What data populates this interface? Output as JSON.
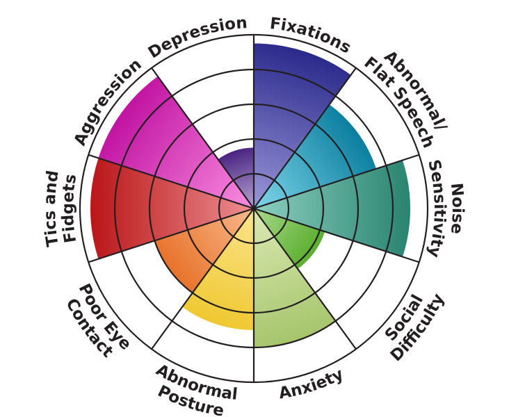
{
  "chart_data": {
    "type": "polar-area",
    "title": "",
    "rmax": 5,
    "rings": [
      1,
      2,
      3,
      4,
      5
    ],
    "grid": true,
    "categories": [
      {
        "label_lines": [
          "Fixations"
        ],
        "value": 4.75,
        "color_inner": "#9a97d8",
        "color_outer": "#2b2a8c"
      },
      {
        "label_lines": [
          "Abnormal/",
          "Flat Speech"
        ],
        "value": 3.7,
        "color_inner": "#7fd6ea",
        "color_outer": "#0b7e9f"
      },
      {
        "label_lines": [
          "Noise",
          "Sensitivity"
        ],
        "value": 4.5,
        "color_inner": "#8ccfc0",
        "color_outer": "#2a8470"
      },
      {
        "label_lines": [
          "Social",
          "Difficulty"
        ],
        "value": 2.15,
        "color_inner": "#a8d88c",
        "color_outer": "#5aae2e"
      },
      {
        "label_lines": [
          "Anxiety"
        ],
        "value": 4.0,
        "color_inner": "#dbe9b4",
        "color_outer": "#a5c56b"
      },
      {
        "label_lines": [
          "Abnormal",
          "Posture"
        ],
        "value": 3.5,
        "color_inner": "#fbe48e",
        "color_outer": "#efc830"
      },
      {
        "label_lines": [
          "Poor Eye",
          "Contact"
        ],
        "value": 3.0,
        "color_inner": "#f8b98c",
        "color_outer": "#e8722a"
      },
      {
        "label_lines": [
          "Tics and",
          "Fidgets"
        ],
        "value": 4.7,
        "color_inner": "#ec8f92",
        "color_outer": "#bb1618"
      },
      {
        "label_lines": [
          "Aggression"
        ],
        "value": 4.7,
        "color_inner": "#f98ee0",
        "color_outer": "#c113a2"
      },
      {
        "label_lines": [
          "Depression"
        ],
        "value": 1.75,
        "color_inner": "#b7a6d3",
        "color_outer": "#4a2482"
      }
    ]
  }
}
